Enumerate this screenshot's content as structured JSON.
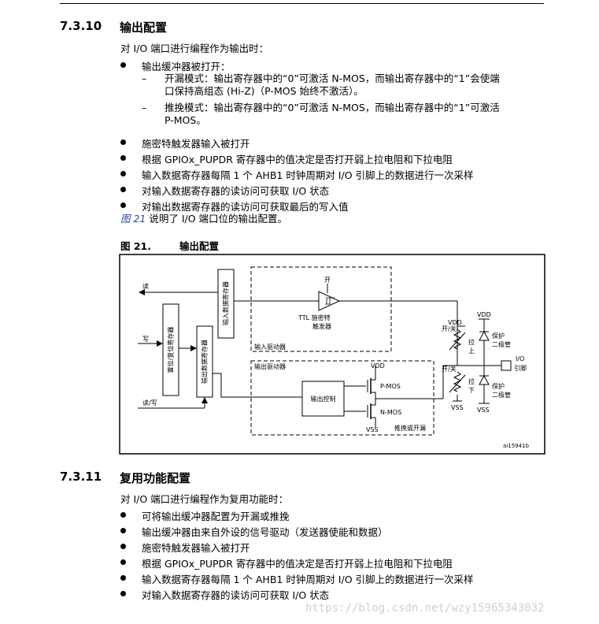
{
  "section_7_3_10": {
    "number": "7.3.10",
    "title": "输出配置",
    "intro": "对 I/O 端口进行编程作为输出时：",
    "bullets": [
      "输出缓冲器被打开：",
      "施密特触发器输入被打开",
      "根据 GPIOx_PUPDR 寄存器中的值决定是否打开弱上拉电阻和下拉电阻",
      "输入数据寄存器每隔 1 个 AHB1 时钟周期对 I/O 引脚上的数据进行一次采样",
      "对输入数据寄存器的读访问可获取 I/O 状态",
      "对输出数据寄存器的读访问可获取最后的写入值"
    ],
    "sub_bullets": [
      {
        "line1": "开漏模式：输出寄存器中的“0”可激活  N-MOS，而输出寄存器中的“1”会使端",
        "line2": "口保持高组态 (Hi-Z)（P-MOS 始终不激活）。"
      },
      {
        "line1": "推挽模式：输出寄存器中的“0”可激活  N-MOS，而输出寄存器中的“1”可激活",
        "line2": "P-MOS。"
      }
    ],
    "dash": "–",
    "figure_ref_link": "图 21",
    "figure_ref_text": " 说明了 I/O 端口位的输出配置。"
  },
  "figure": {
    "label": "图 21.",
    "title": "输出配置",
    "diagram": {
      "read": "读",
      "write": "写",
      "read_write": "读/写",
      "input_data_register": "输入数据寄存器",
      "bit_set_reset_register": "置位/复位寄存器",
      "output_data_register": "输出数据寄存器",
      "on": "开",
      "ttl_schmitt_line1": "TTL 施密特",
      "ttl_schmitt_line2": "触发器",
      "input_driver": "输入驱动器",
      "output_driver": "输出驱动器",
      "output_control": "输出控制",
      "vdd": "VDD",
      "vss": "VSS",
      "p_mos": "P-MOS",
      "n_mos": "N-MOS",
      "push_pull_or_open_drain": "推挽或开漏",
      "on_off": "开/关",
      "pull_up_1": "拉",
      "pull_up_2": "上",
      "pull_down_1": "拉",
      "pull_down_2": "下",
      "protection_diode_1": "保护",
      "protection_diode_2": "二极管",
      "io_pin_1": "I/O",
      "io_pin_2": "引脚",
      "figure_id": "ai15941b"
    }
  },
  "section_7_3_11": {
    "number": "7.3.11",
    "title": "复用功能配置",
    "intro": "对 I/O 端口进行编程作为复用功能时：",
    "bullets": [
      "可将输出缓冲器配置为开漏或推挽",
      "输出缓冲器由来自外设的信号驱动（发送器使能和数据）",
      "施密特触发器输入被打开",
      "根据 GPIOx_PUPDR 寄存器中的值决定是否打开弱上拉电阻和下拉电阻",
      "输入数据寄存器每隔 1 个 AHB1 时钟周期对 I/O 引脚上的数据进行一次采样",
      "对输入数据寄存器的读访问可获取 I/O 状态"
    ]
  },
  "watermark": "https://blog.csdn.net/wzy15965343032"
}
